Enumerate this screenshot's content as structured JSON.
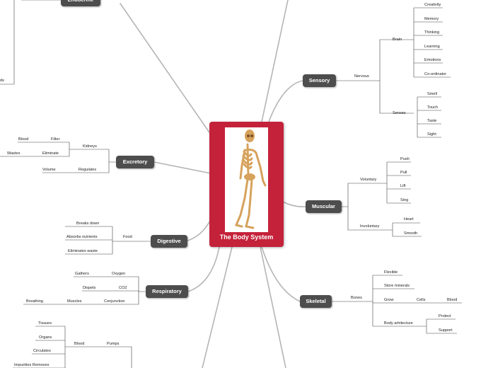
{
  "central_topic": "The Body System",
  "colors": {
    "central": "#c4223a",
    "node": "#4d4d4d",
    "branch": "#b5b5b5",
    "leaf_line": "#444444"
  },
  "branches": {
    "endocrine": "Endocrine",
    "sensory": "Sensory",
    "excretory": "Excretory",
    "muscular": "Muscular",
    "digestive": "Digestive",
    "respiratory": "Respiratory",
    "skeletal": "Skeletal"
  },
  "sensory": {
    "nervous": "Nervous",
    "brain": "Brain",
    "brain_items": [
      "Creativity",
      "Memory",
      "Thinking",
      "Learning",
      "Emotions",
      "Co-ordinator"
    ],
    "senses": "Senses",
    "senses_items": [
      "Smell",
      "Touch",
      "Taste",
      "Sight"
    ]
  },
  "excretory": {
    "kidneys": "Kidneys",
    "filter": "Filter",
    "blood": "Blood",
    "eliminate": "Eliminate",
    "wastes": "Wastes",
    "regulates": "Regulates",
    "volume": "Volume"
  },
  "muscular": {
    "voluntary": "Voluntary",
    "voluntary_items": [
      "Push",
      "Pull",
      "Lift",
      "Sing"
    ],
    "involuntary": "Involuntary",
    "involuntary_items": [
      "Heart",
      "Smooth"
    ]
  },
  "digestive": {
    "food": "Food",
    "items": [
      "Breaks down",
      "Absorbs nutrients",
      "Eliminates waste"
    ]
  },
  "respiratory": {
    "oxygen": "Oxygen",
    "gathers": "Gathers",
    "co2": "CO2",
    "dispels": "Dispels",
    "conjunction": "Conjunction",
    "muscles": "Muscles",
    "breathing": "Breathing"
  },
  "skeletal": {
    "bones": "Bones",
    "flexible": "Flexible",
    "store_minerals": "Store minerals",
    "grow": "Grow",
    "cells": "Cells",
    "blood": "Blood",
    "body_arhitecture": "Body arhitecture",
    "protect": "Protect",
    "support": "Support"
  },
  "circulatory": {
    "pumps": "Pumps",
    "blood": "Blood",
    "items": [
      "Tissues",
      "Organs",
      "Circulates",
      "Impurities Removes"
    ]
  },
  "endocrine": {
    "partial_label": "ds"
  }
}
